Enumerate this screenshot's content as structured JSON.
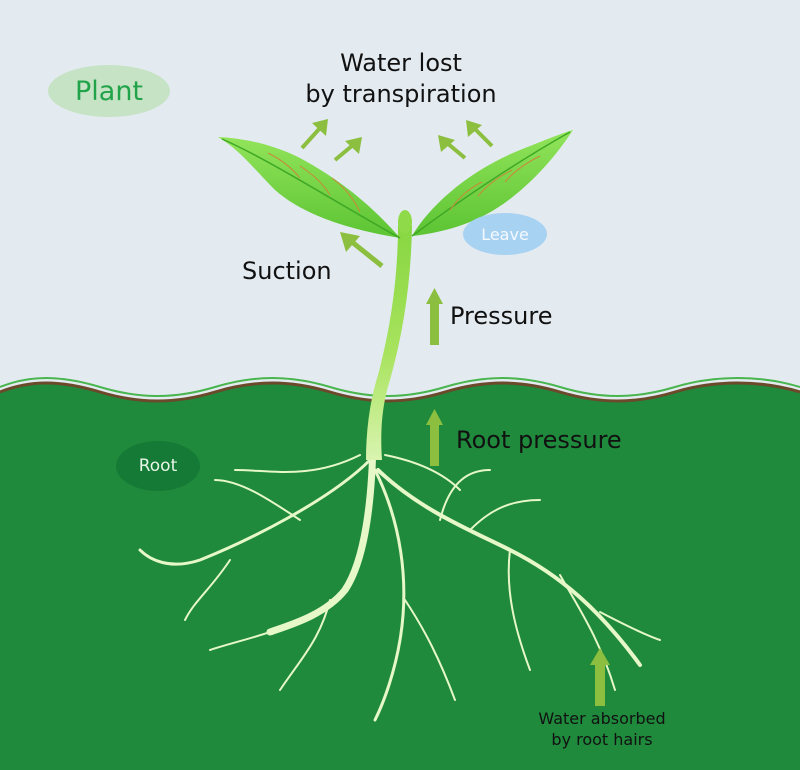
{
  "labels": {
    "plant": "Plant",
    "water_lost_line1": "Water lost",
    "water_lost_line2": "by transpiration",
    "leave": "Leave",
    "suction": "Suction",
    "pressure": "Pressure",
    "root_pressure": "Root pressure",
    "root": "Root",
    "water_absorbed_line1": "Water absorbed",
    "water_absorbed_line2": "by root hairs"
  },
  "colors": {
    "sky": "#E3EBF1",
    "soil": "#1F8A3C",
    "soil_border": "#6B4A2B",
    "leaf": "#7BDB4A",
    "stem": "#8CD84A",
    "root": "#E6F7C8",
    "arrow": "#8CBF3F",
    "plant_pill": "#C7E3C5",
    "plant_text": "#21A34A",
    "leave_pill": "#A8D2F2",
    "leave_text": "#F4F9FF",
    "root_pill": "#147A35",
    "root_text": "#E8F5E8"
  },
  "icons": [
    "arrow-up-icon",
    "arrow-diagonal-icon"
  ]
}
